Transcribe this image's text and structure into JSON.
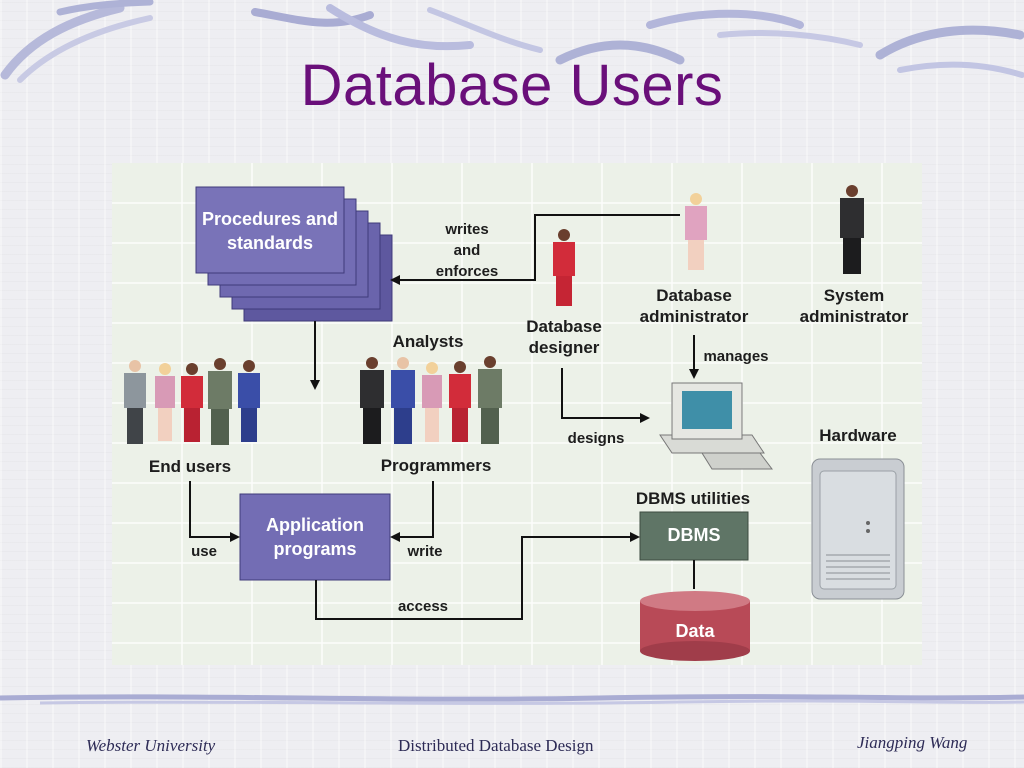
{
  "slide": {
    "title": "Database Users"
  },
  "diagram": {
    "procedures_box": "Procedures and standards",
    "writes_enforces": "writes and enforces",
    "analysts": "Analysts",
    "database_designer": "Database designer",
    "database_administrator": "Database administrator",
    "system_administrator": "System administrator",
    "manages": "manages",
    "designs": "designs",
    "end_users": "End users",
    "programmers": "Programmers",
    "hardware": "Hardware",
    "dbms_utilities": "DBMS utilities",
    "application_programs": "Application programs",
    "use": "use",
    "write": "write",
    "dbms": "DBMS",
    "access": "access",
    "data": "Data"
  },
  "footer": {
    "left": "Webster University",
    "center": "Distributed Database Design",
    "right": "Jiangping Wang"
  },
  "colors": {
    "title": "#6a0f7a",
    "box_purple": "#6d67b0",
    "dbms_green": "#5f7566",
    "data_red": "#b84a57"
  }
}
